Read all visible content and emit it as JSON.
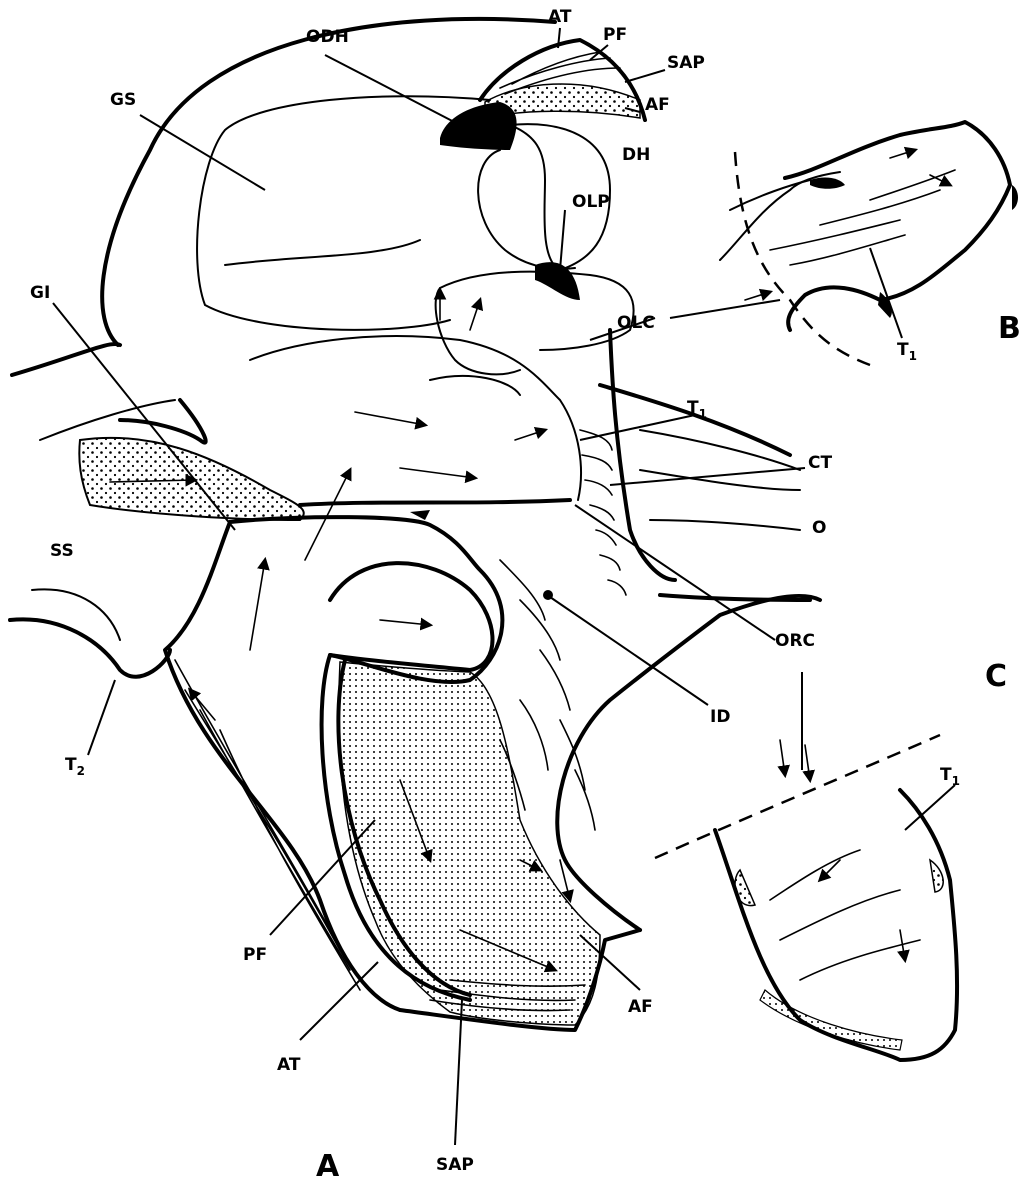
{
  "figure": {
    "panels": {
      "a": "A",
      "b": "B",
      "c": "C"
    },
    "labels": {
      "odh": "ODH",
      "at_top": "AT",
      "pf_top": "PF",
      "sap_top": "SAP",
      "af_top": "AF",
      "gs": "GS",
      "dh": "DH",
      "olp": "OLP",
      "gi": "GI",
      "olc": "OLC",
      "t1_main": "T",
      "ct": "CT",
      "o": "O",
      "ss": "SS",
      "orc": "ORC",
      "t2": "T",
      "id": "ID",
      "pf_bottom": "PF",
      "af_bottom": "AF",
      "at_bottom": "AT",
      "sap_bottom": "SAP",
      "t1_b": "T",
      "t1_c": "T"
    },
    "subscripts": {
      "one": "1",
      "two": "2"
    }
  }
}
